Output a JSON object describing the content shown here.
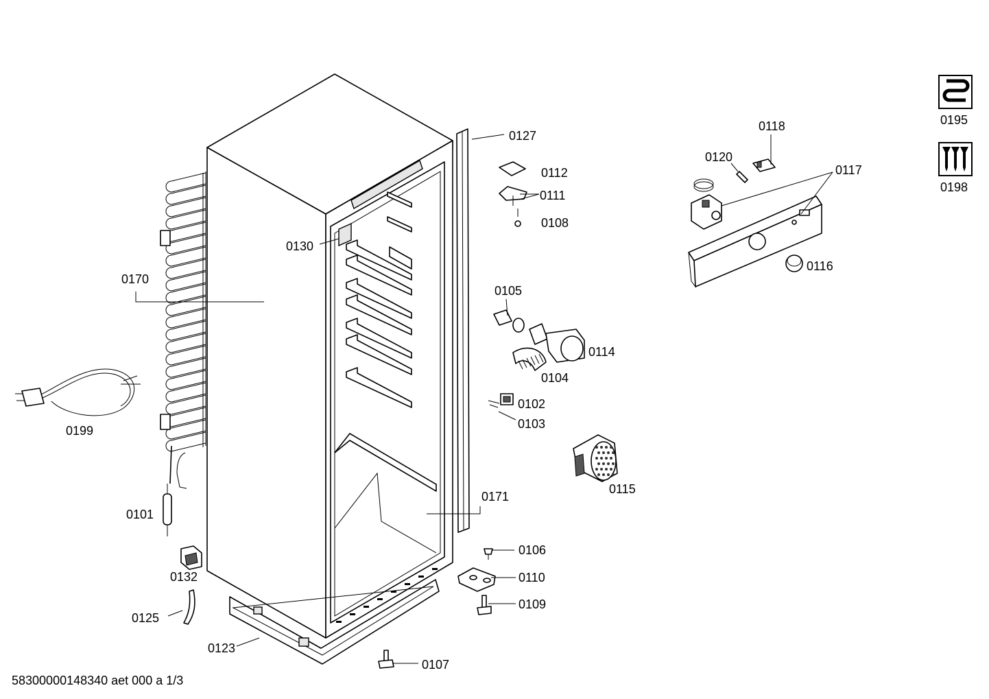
{
  "footer": {
    "doc_id": "58300000148340 aet 000 a 1/3"
  },
  "labels": {
    "l0101": "0101",
    "l0102": "0102",
    "l0103": "0103",
    "l0104": "0104",
    "l0105": "0105",
    "l0106": "0106",
    "l0107": "0107",
    "l0108": "0108",
    "l0109": "0109",
    "l0110": "0110",
    "l0111": "0111",
    "l0112": "0112",
    "l0114": "0114",
    "l0115": "0115",
    "l0116": "0116",
    "l0117": "0117",
    "l0118": "0118",
    "l0120": "0120",
    "l0123": "0123",
    "l0125": "0125",
    "l0127": "0127",
    "l0130": "0130",
    "l0132": "0132",
    "l0170": "0170",
    "l0171": "0171",
    "l0195": "0195",
    "l0198": "0198",
    "l0199": "0199"
  }
}
